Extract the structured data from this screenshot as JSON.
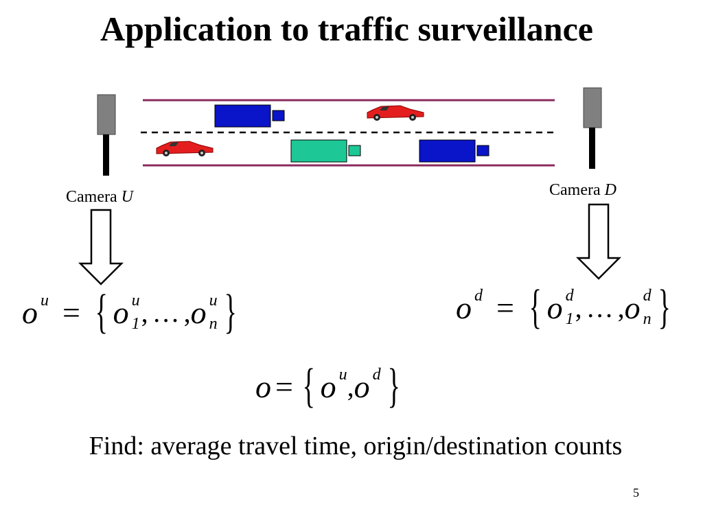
{
  "slide": {
    "title": "Application to traffic surveillance",
    "camera_u": {
      "label": "Camera",
      "id": "U"
    },
    "camera_d": {
      "label": "Camera",
      "id": "D"
    },
    "eq_u": {
      "lhs": "o",
      "lhs_sup": "u",
      "first": "o",
      "first_sup": "u",
      "first_sub": "1",
      "dots": "…",
      "last": "o",
      "last_sup": "u",
      "last_sub": "n"
    },
    "eq_d": {
      "lhs": "o",
      "lhs_sup": "d",
      "first": "o",
      "first_sup": "d",
      "first_sub": "1",
      "dots": "…",
      "last": "o",
      "last_sup": "d",
      "last_sub": "n"
    },
    "eq_combined": {
      "lhs": "o",
      "a": "o",
      "a_sup": "u",
      "b": "o",
      "b_sup": "d"
    },
    "find_text": "Find: average travel time, origin/destination counts",
    "page_number": "5"
  },
  "colors": {
    "road_edge": "#8b2a5e",
    "camera_box": "#808080",
    "truck_blue": "#0a14c8",
    "truck_teal": "#1ec896",
    "car_red": "#e41e1e"
  },
  "icons": [
    "camera-icon",
    "truck-icon",
    "car-icon",
    "down-arrow-icon"
  ]
}
